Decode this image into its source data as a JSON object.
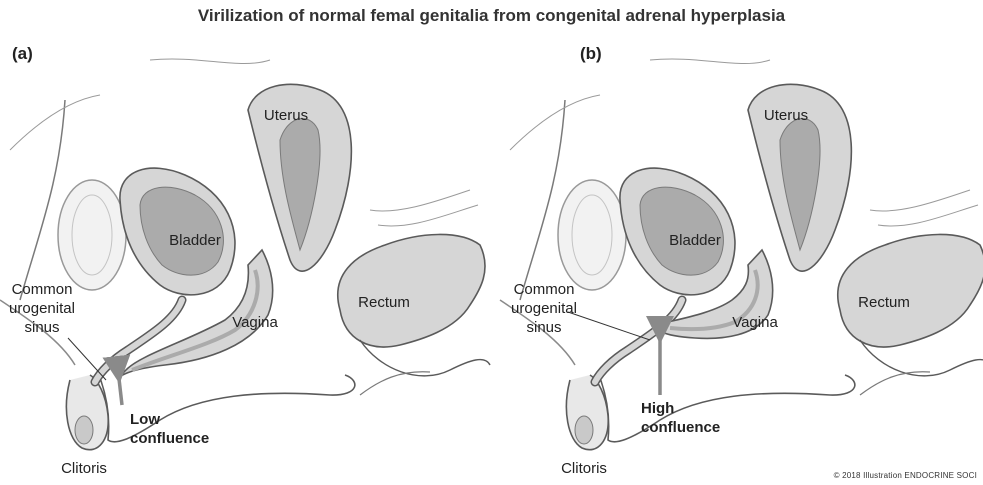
{
  "title": "Virilization of normal femal genitalia from congenital adrenal hyperplasia",
  "panels": [
    {
      "label": "(a)",
      "organs": {
        "uterus": "Uterus",
        "bladder": "Bladder",
        "vagina": "Vagina",
        "rectum": "Rectum",
        "clitoris": "Clitoris"
      },
      "sinus_label": [
        "Common",
        "urogenital",
        "sinus"
      ],
      "confluence_label": [
        "Low",
        "confluence"
      ]
    },
    {
      "label": "(b)",
      "organs": {
        "uterus": "Uterus",
        "bladder": "Bladder",
        "vagina": "Vagina",
        "rectum": "Rectum",
        "clitoris": "Clitoris"
      },
      "sinus_label": [
        "Common",
        "urogenital",
        "sinus"
      ],
      "confluence_label": [
        "High",
        "confluence"
      ]
    }
  ],
  "copyright": "© 2018 Illustration ENDOCRINE SOCI",
  "colors": {
    "organ_fill": "#d6d6d6",
    "organ_inner": "#ababab",
    "outline": "#5a5a5a",
    "arrow": "#8a8a8a"
  }
}
